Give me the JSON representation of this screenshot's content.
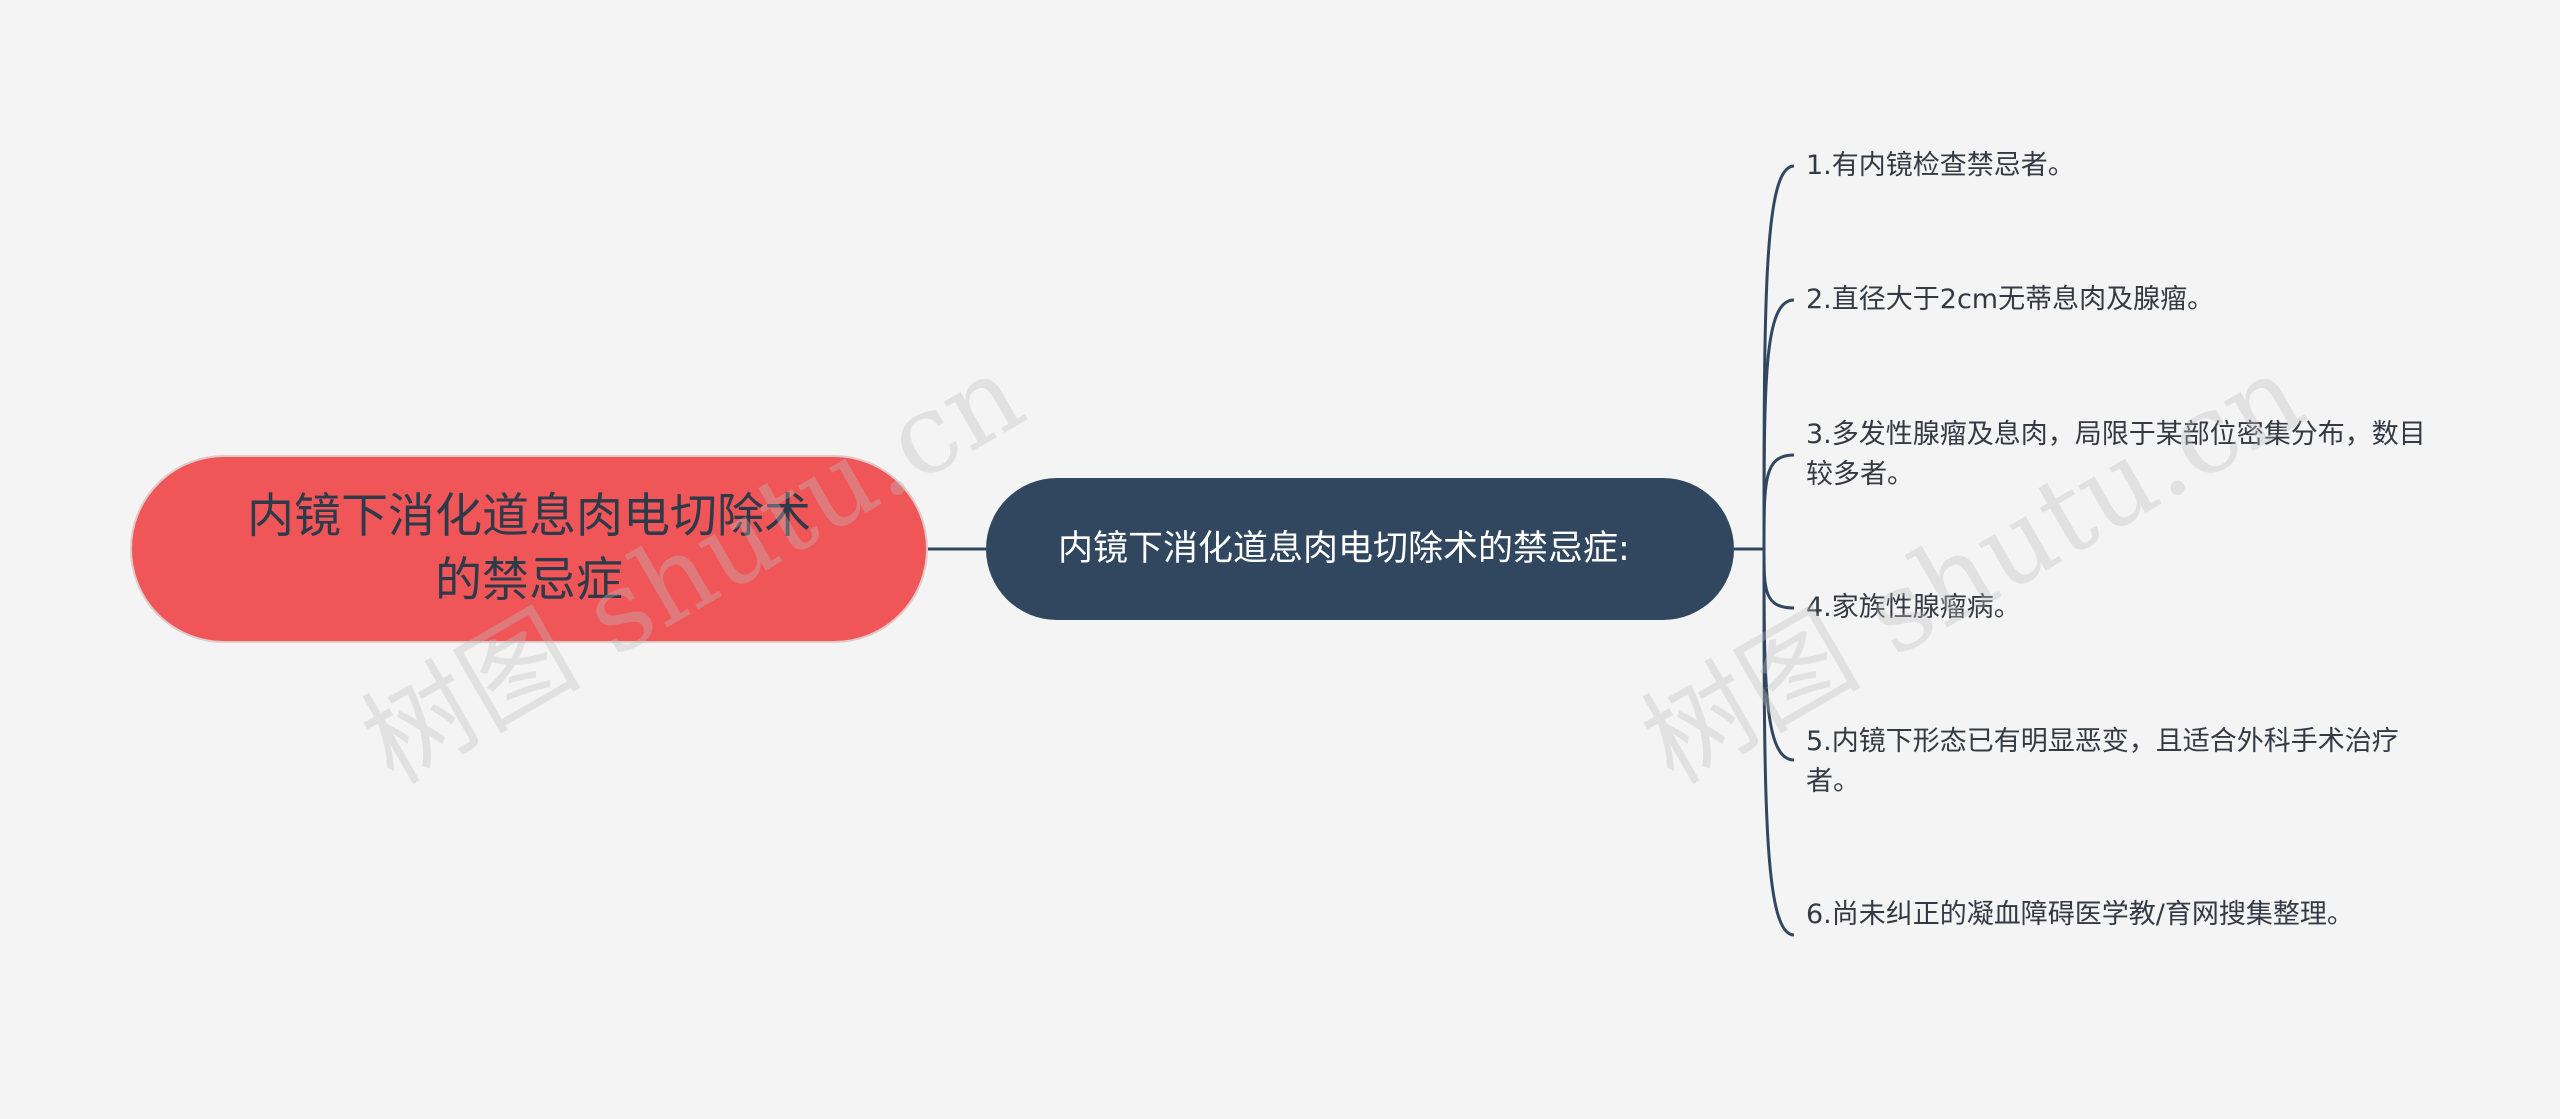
{
  "diagram": {
    "type": "mindmap",
    "root": {
      "label": "内镜下消化道息肉电切除术的禁忌症",
      "color": "#f05658"
    },
    "branch": {
      "label": "内镜下消化道息肉电切除术的禁忌症:",
      "color": "#30475f"
    },
    "leaves": [
      {
        "label": "1.有内镜检查禁忌者。"
      },
      {
        "label": "2.直径大于2cm无蒂息肉及腺瘤。"
      },
      {
        "label": "3.多发性腺瘤及息肉，局限于某部位密集分布，数目较多者。"
      },
      {
        "label": "4.家族性腺瘤病。"
      },
      {
        "label": "5.内镜下形态已有明显恶变，且适合外科手术治疗者。"
      },
      {
        "label": "6.尚未纠正的凝血障碍医学教/育网搜集整理。"
      }
    ],
    "connector_color": "#30475f"
  },
  "watermarks": [
    "树图 shutu.cn",
    "树图 shutu.cn"
  ]
}
